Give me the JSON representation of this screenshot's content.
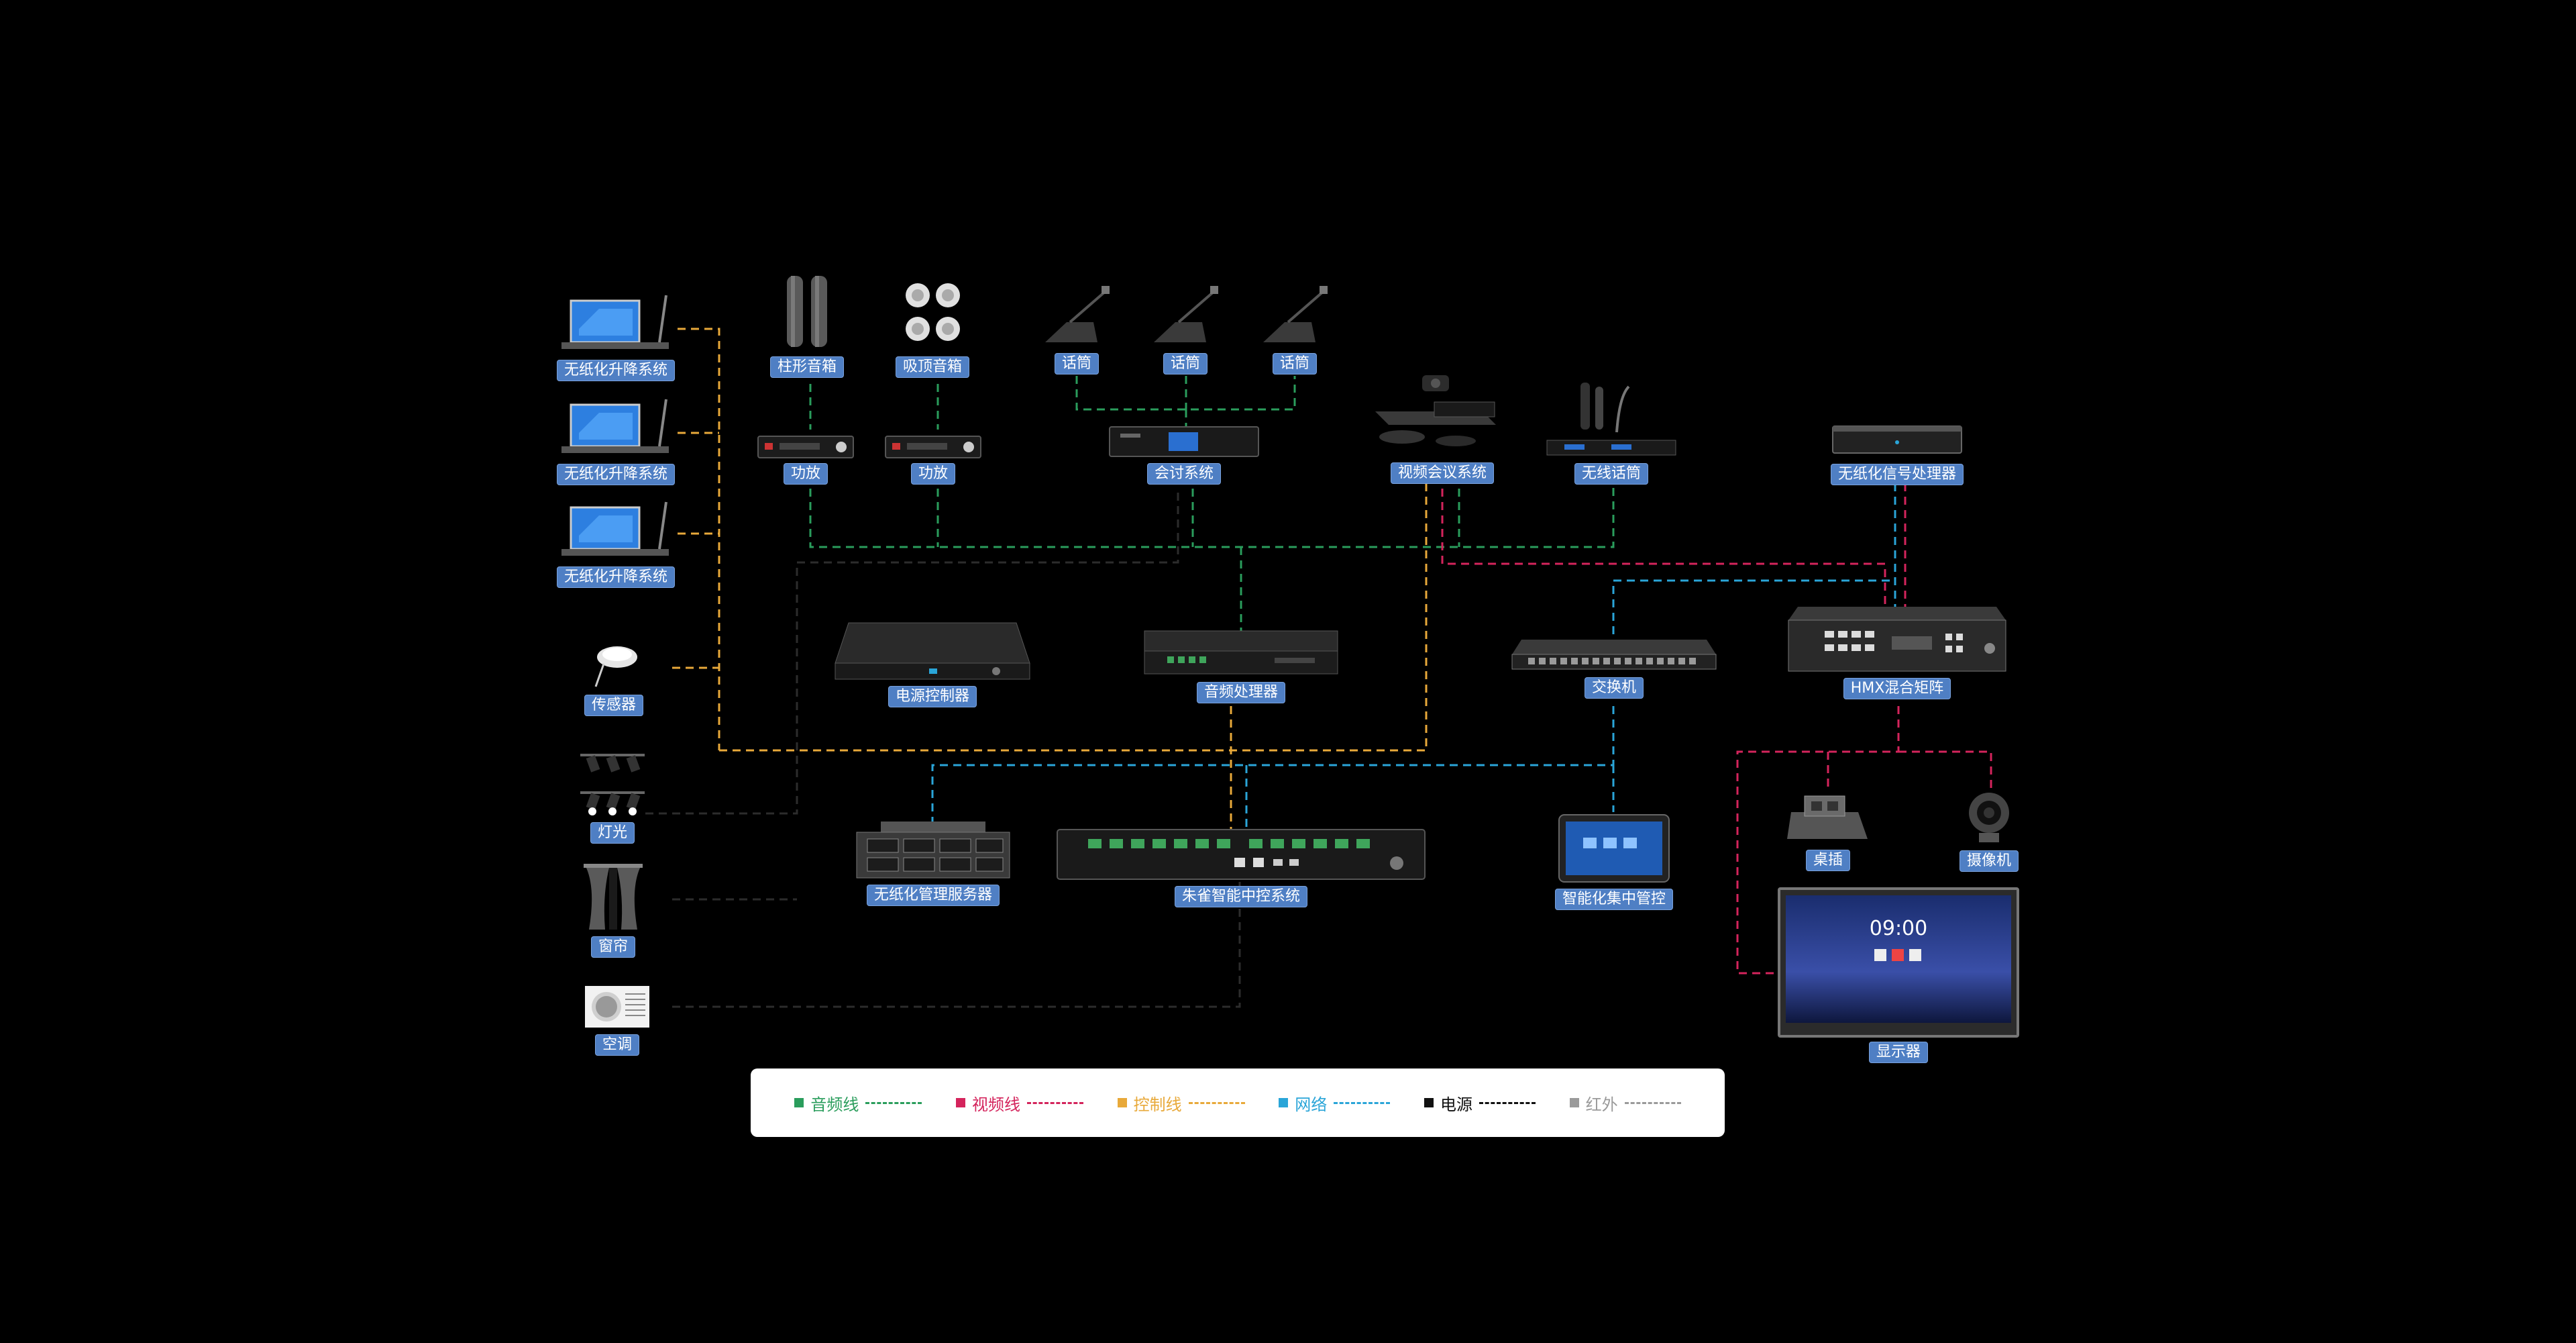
{
  "colors": {
    "audio": "#2a9d5c",
    "video": "#d4245c",
    "control": "#e8a93a",
    "network": "#2aa5d8",
    "power": "#111111",
    "ir": "#9a9a9a",
    "label_bg": "#4f7fc4"
  },
  "devices": {
    "paperless_lift_1": "无纸化升降系统",
    "paperless_lift_2": "无纸化升降系统",
    "paperless_lift_3": "无纸化升降系统",
    "sensor": "传感器",
    "light": "灯光",
    "curtain": "窗帘",
    "ac": "空调",
    "column_speaker": "柱形音箱",
    "ceiling_speaker": "吸顶音箱",
    "mic_1": "话筒",
    "mic_2": "话筒",
    "mic_3": "话筒",
    "amp_1": "功放",
    "amp_2": "功放",
    "conference_system": "会讨系统",
    "video_conference": "视频会议系统",
    "wireless_mic": "无线话筒",
    "paperless_signal_processor": "无纸化信号处理器",
    "power_controller": "电源控制器",
    "audio_processor": "音频处理器",
    "switch": "交换机",
    "hmx_matrix": "HMX混合矩阵",
    "paperless_server": "无纸化管理服务器",
    "central_control": "朱雀智能中控系统",
    "smart_panel": "智能化集中管控",
    "desk_socket": "桌插",
    "camera": "摄像机",
    "display": "显示器"
  },
  "display_screen": {
    "time": "09:00"
  },
  "legend": [
    {
      "key": "audio",
      "label": "音频线"
    },
    {
      "key": "video",
      "label": "视频线"
    },
    {
      "key": "control",
      "label": "控制线"
    },
    {
      "key": "network",
      "label": "网络"
    },
    {
      "key": "power",
      "label": "电源"
    },
    {
      "key": "ir",
      "label": "红外"
    }
  ]
}
